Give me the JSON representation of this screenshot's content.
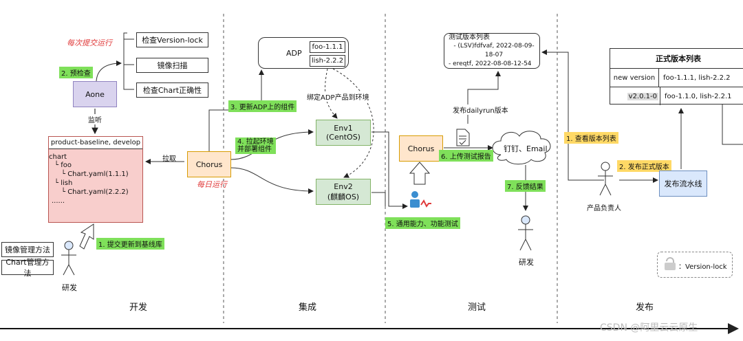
{
  "sections": {
    "dev": "开发",
    "integration": "集成",
    "test": "测试",
    "release": "发布"
  },
  "dev": {
    "commit_run": "每次提交运行",
    "precheck": "2. 预检查",
    "checks": [
      "检查Version-lock",
      "镜像扫描",
      "检查Chart正确性"
    ],
    "aone": "Aone",
    "listen": "监听",
    "baseline_title": "product-baseline, develop",
    "baseline_lines": [
      "chart",
      "└ foo",
      "└ Chart.yaml(1.1.1)",
      "└ lish",
      "└ Chart.yaml(2.2.2)",
      "......"
    ],
    "pull": "拉取",
    "chorus": "Chorus",
    "daily_run": "每日运行",
    "methods": [
      "镜像管理方法",
      "Chart管理方法"
    ],
    "dev_person": "研发",
    "commit_step": "1. 提交更新到基线库"
  },
  "integration": {
    "adp": "ADP",
    "adp_items": [
      "foo-1.1.1",
      "lish-2.2.2"
    ],
    "update_adp": "3. 更新ADP上的组件",
    "bind": "绑定ADP产品到环境",
    "deploy_step": [
      "4. 拉起环境",
      "并部署组件"
    ],
    "env1": [
      "Env1",
      "(CentOS)"
    ],
    "env2": [
      "Env2",
      "(麒麟OS)"
    ]
  },
  "test": {
    "list_title": "测试版本列表",
    "list_items": [
      "- (LSV)fdfvaf, 2022-08-09-18-07",
      "- ereqtf, 2022-08-08-12-54"
    ],
    "publish_daily": "发布dailyrun版本",
    "chorus": "Chorus",
    "upload": "6. 上传测试报告",
    "cloud": "钉钉、Email",
    "feedback": "7. 反馈结果",
    "function_test": "5. 通用能力、功能测试",
    "dev_person": "研发"
  },
  "release": {
    "table_title": "正式版本列表",
    "rows": [
      {
        "version": "new version",
        "content": "foo-1.1.1, lish-2.2.2"
      },
      {
        "version": "v2.0.1-0",
        "content": "foo-1.1.0, lish-2.2.1"
      }
    ],
    "view_list": "1. 查看版本列表",
    "publish_step": "2. 发布正式版本",
    "pipeline": "发布流水线",
    "owner": "产品负责人",
    "legend": "：Version-lock"
  },
  "watermark": "CSDN @阿里云云原生"
}
